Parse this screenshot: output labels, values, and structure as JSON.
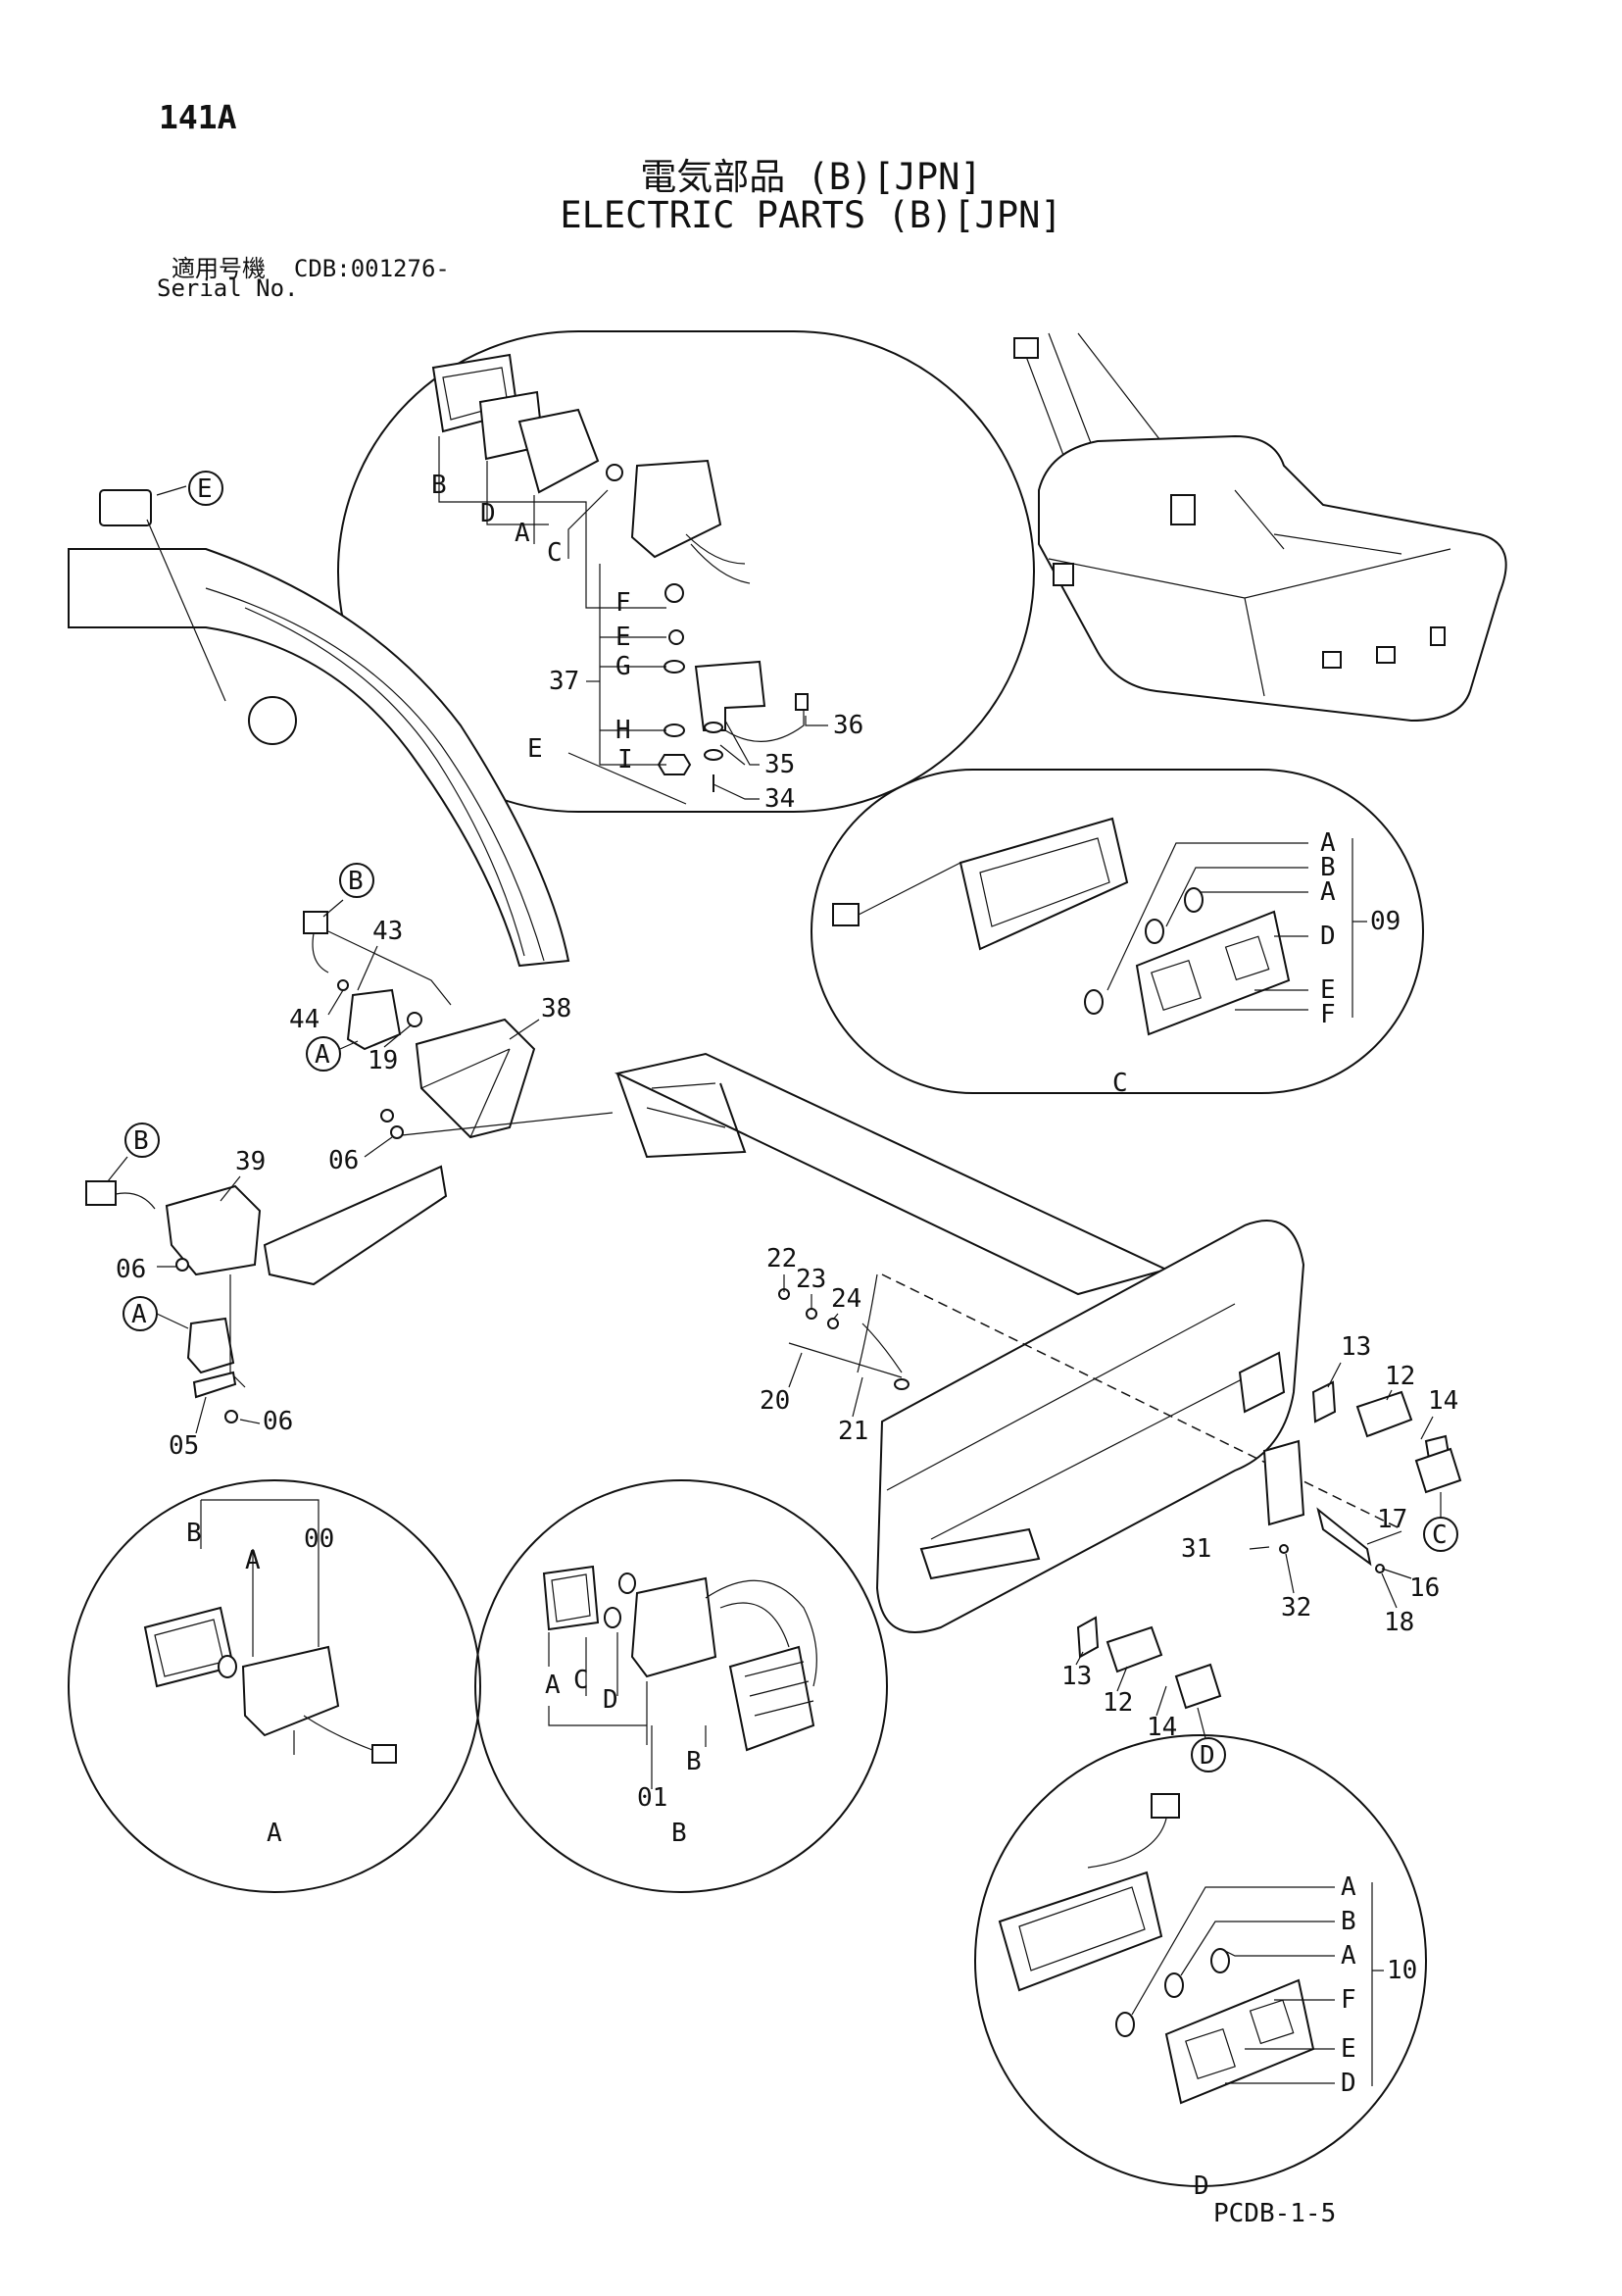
{
  "page": {
    "code": "141A",
    "title_jp": "電気部品 (B)[JPN]",
    "title_en": "ELECTRIC PARTS (B)[JPN]",
    "serial_label_jp": "適用号機",
    "serial_value": "CDB:001276-",
    "serial_label_en": "Serial No.",
    "footer_code": "PCDB-1-5"
  },
  "details": {
    "E": "E",
    "C": "C",
    "A": "A",
    "B": "B",
    "D": "D"
  },
  "callouts": {
    "B1": "B",
    "E1": "E",
    "B2": "B",
    "A1": "A",
    "C1": "C",
    "D1": "D"
  },
  "labels": {
    "p00": "00",
    "p01": "01",
    "p05": "05",
    "p06a": "06",
    "p06b": "06",
    "p06c": "06",
    "p09": "09",
    "p10": "10",
    "p12a": "12",
    "p12b": "12",
    "p13a": "13",
    "p13b": "13",
    "p14a": "14",
    "p14b": "14",
    "p16": "16",
    "p17": "17",
    "p18": "18",
    "p19": "19",
    "p20": "20",
    "p21": "21",
    "p22": "22",
    "p23": "23",
    "p24": "24",
    "p31": "31",
    "p32": "32",
    "p34": "34",
    "p35": "35",
    "p36": "36",
    "p37": "37",
    "p38": "38",
    "p39": "39",
    "p43": "43",
    "p44": "44"
  },
  "letters": {
    "E_B": "B",
    "E_D": "D",
    "E_A": "A",
    "E_C": "C",
    "E_F": "F",
    "E_E": "E",
    "E_G": "G",
    "E_H": "H",
    "E_I": "I",
    "C_A1": "A",
    "C_B": "B",
    "C_A2": "A",
    "C_D": "D",
    "C_E": "E",
    "C_F": "F",
    "A_B": "B",
    "A_A": "A",
    "B_A": "A",
    "B_C": "C",
    "B_D": "D",
    "B_B": "B",
    "D_A1": "A",
    "D_B": "B",
    "D_A2": "A",
    "D_F": "F",
    "D_E": "E",
    "D_D": "D"
  }
}
